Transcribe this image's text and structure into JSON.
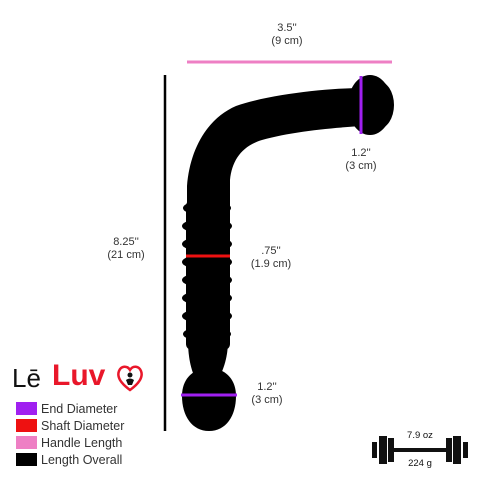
{
  "dimensions": {
    "handle_length": {
      "line1": "3.5''",
      "line2": "(9 cm)"
    },
    "end_diameter_top": {
      "line1": "1.2''",
      "line2": "(3 cm)"
    },
    "length_overall": {
      "line1": "8.25''",
      "line2": "(21 cm)"
    },
    "shaft_diameter": {
      "line1": ".75''",
      "line2": "(1.9 cm)"
    },
    "end_diameter_bottom": {
      "line1": "1.2''",
      "line2": "(3 cm)"
    }
  },
  "logo": {
    "brand_le": "Lē",
    "brand_luv": "Luv"
  },
  "legend": [
    {
      "label": "End Diameter",
      "color": "#a020f0"
    },
    {
      "label": "Shaft Diameter",
      "color": "#ee1111"
    },
    {
      "label": "Handle Length",
      "color": "#ee7fc4"
    },
    {
      "label": "Length Overall",
      "color": "#000000"
    }
  ],
  "weight": {
    "oz": "7.9 oz",
    "grams": "224 g",
    "icon": "dumbbell-icon"
  },
  "colors": {
    "product": "#000000",
    "end_diameter": "#a020f0",
    "shaft_diameter": "#ee1111",
    "handle_length": "#ee7fc4",
    "brand_red": "#e9172a"
  }
}
